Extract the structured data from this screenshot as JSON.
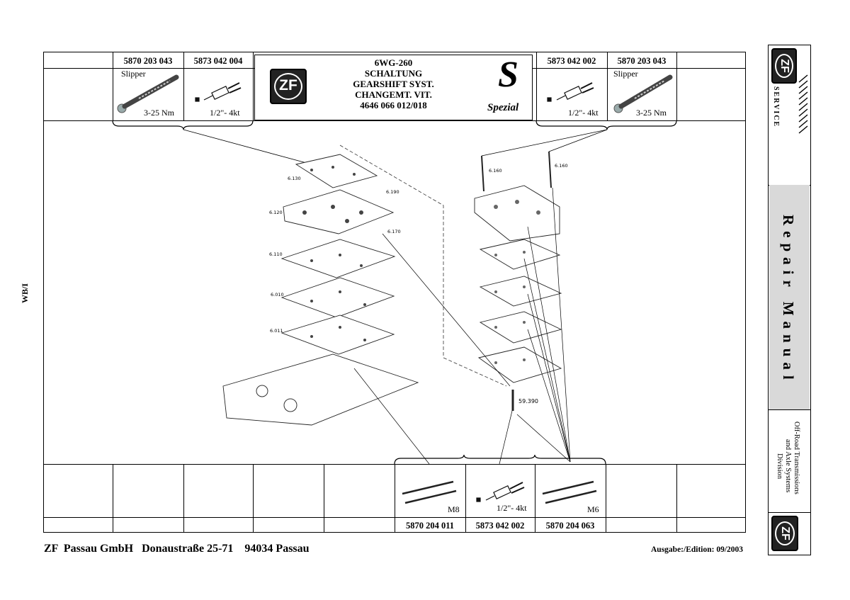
{
  "header": {
    "model": "6WG-260",
    "title_de": "SCHALTUNG",
    "title_en": "GEARSHIFT SYST.",
    "title_fr": "CHANGEMT. VIT.",
    "part_range": "4646 066 012/018",
    "spezial_logo": "Spezial",
    "zf_logo": "ZF"
  },
  "top_tools": [
    {
      "part": "5870 203 043",
      "label": "Slipper",
      "spec": "3-25 Nm",
      "icon": "torque-wrench-icon"
    },
    {
      "part": "5873 042 004",
      "label": "",
      "spec": "1/2\"- 4kt",
      "icon": "socket-adapter-icon"
    },
    {
      "part": "5873 042 002",
      "label": "",
      "spec": "1/2\"- 4kt",
      "icon": "socket-adapter-icon"
    },
    {
      "part": "5870 203 043",
      "label": "Slipper",
      "spec": "3-25 Nm",
      "icon": "torque-wrench-icon"
    }
  ],
  "bottom_tools": [
    {
      "part": "5870 204 011",
      "spec": "M8",
      "icon": "adjusting-screws-icon"
    },
    {
      "part": "5873 042 002",
      "spec": "1/2\"- 4kt",
      "icon": "socket-adapter-icon"
    },
    {
      "part": "5870 204 063",
      "spec": "M6",
      "icon": "adjusting-screws-icon"
    }
  ],
  "diagram_labels": {
    "l6130": "6.130",
    "l6190": "6.190",
    "l6120": "6.120",
    "l6170": "6.170",
    "l6110": "6.110",
    "l6010": "6.010",
    "l6011": "6.011",
    "l6160a": "6.160",
    "l6160b": "6.160",
    "l59390": "59.390"
  },
  "sidebar": {
    "zf_logo": "ZF",
    "service": "SERVICE",
    "repair_manual": "Repair Manual",
    "division_1": "Off-Road Transmissions",
    "division_2": "and Axle Systems",
    "division_3": "Division"
  },
  "page_code": "WB/I",
  "footer": {
    "company": "ZF  Passau GmbH   Donaustraße 25-71    94034 Passau",
    "edition": "Ausgabe:/Edition: 09/2003"
  },
  "colors": {
    "panel_gray": "#d9d9d9",
    "logo_dark": "#222222"
  }
}
